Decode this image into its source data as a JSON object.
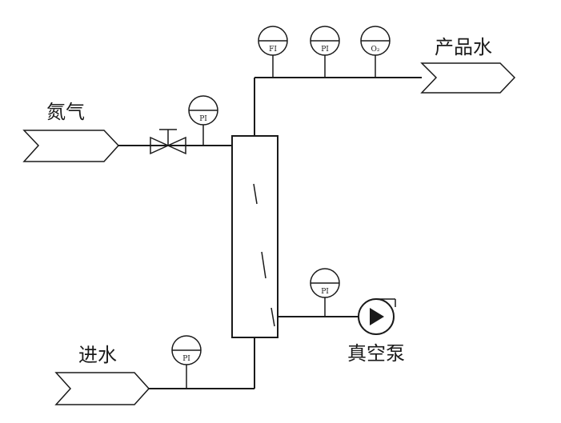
{
  "labels": {
    "nitrogen": "氮气",
    "product_water": "产品水",
    "inlet_water": "进水",
    "vacuum_pump": "真空泵"
  },
  "instruments": {
    "flow_top": "FI",
    "pressure_top": "PI",
    "oxygen_top": "O₂",
    "pressure_nitrogen": "PI",
    "pressure_vacuum": "PI",
    "pressure_inlet": "PI"
  }
}
